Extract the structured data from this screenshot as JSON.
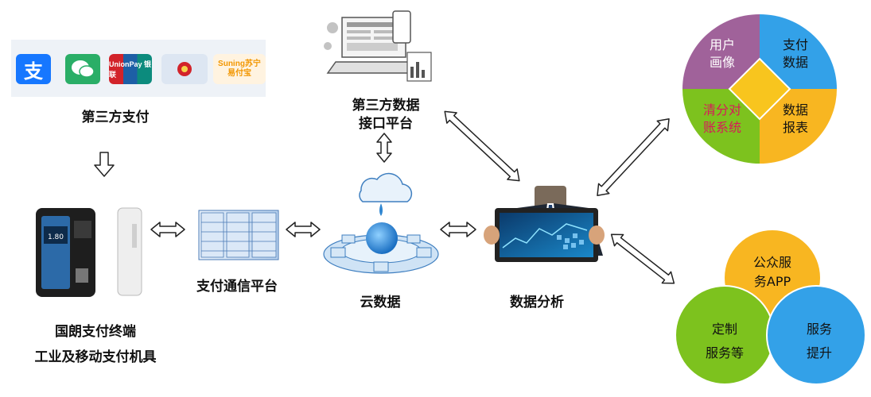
{
  "third_party_payment": {
    "label": "第三方支付",
    "logos": [
      {
        "name": "alipay-logo",
        "text": "支",
        "color": "#1677ff"
      },
      {
        "name": "wechat-logo",
        "text": "",
        "color": "#2aae67"
      },
      {
        "name": "unionpay-logo",
        "text": "UnionPay 银联",
        "color": "#d2232a"
      },
      {
        "name": "bank-logo",
        "text": "",
        "color": "#3a6fb0"
      },
      {
        "name": "suning-logo",
        "text": "Suning苏宁 易付宝",
        "color": "#f29600"
      }
    ]
  },
  "data_interface": {
    "label_line1": "第三方数据",
    "label_line2": "接口平台"
  },
  "terminal": {
    "label_line1": "国朗支付终端",
    "label_line2": "工业及移动支付机具",
    "screen_value": "1.80"
  },
  "comm_platform": {
    "label": "支付通信平台"
  },
  "cloud": {
    "label": "云数据"
  },
  "analysis": {
    "label": "数据分析"
  },
  "pie": {
    "segments": [
      {
        "text": "用户\n画像",
        "color": "#a0629a"
      },
      {
        "text": "支付\n数据",
        "color": "#33a1e8"
      },
      {
        "text": "清分对\n账系统",
        "color": "#7dc21e",
        "text_color": "#d8185a"
      },
      {
        "text": "数据\n报表",
        "color": "#f8b621"
      }
    ],
    "center_color": "#f8c51e"
  },
  "venn": {
    "circles": [
      {
        "text": "公众服\n务APP",
        "color": "#f8b621"
      },
      {
        "text": "定制\n服务等",
        "color": "#7dc21e"
      },
      {
        "text": "服务\n提升",
        "color": "#33a1e8"
      }
    ]
  },
  "colors": {
    "arrow_stroke": "#222222",
    "arrow_fill": "#ffffff"
  }
}
